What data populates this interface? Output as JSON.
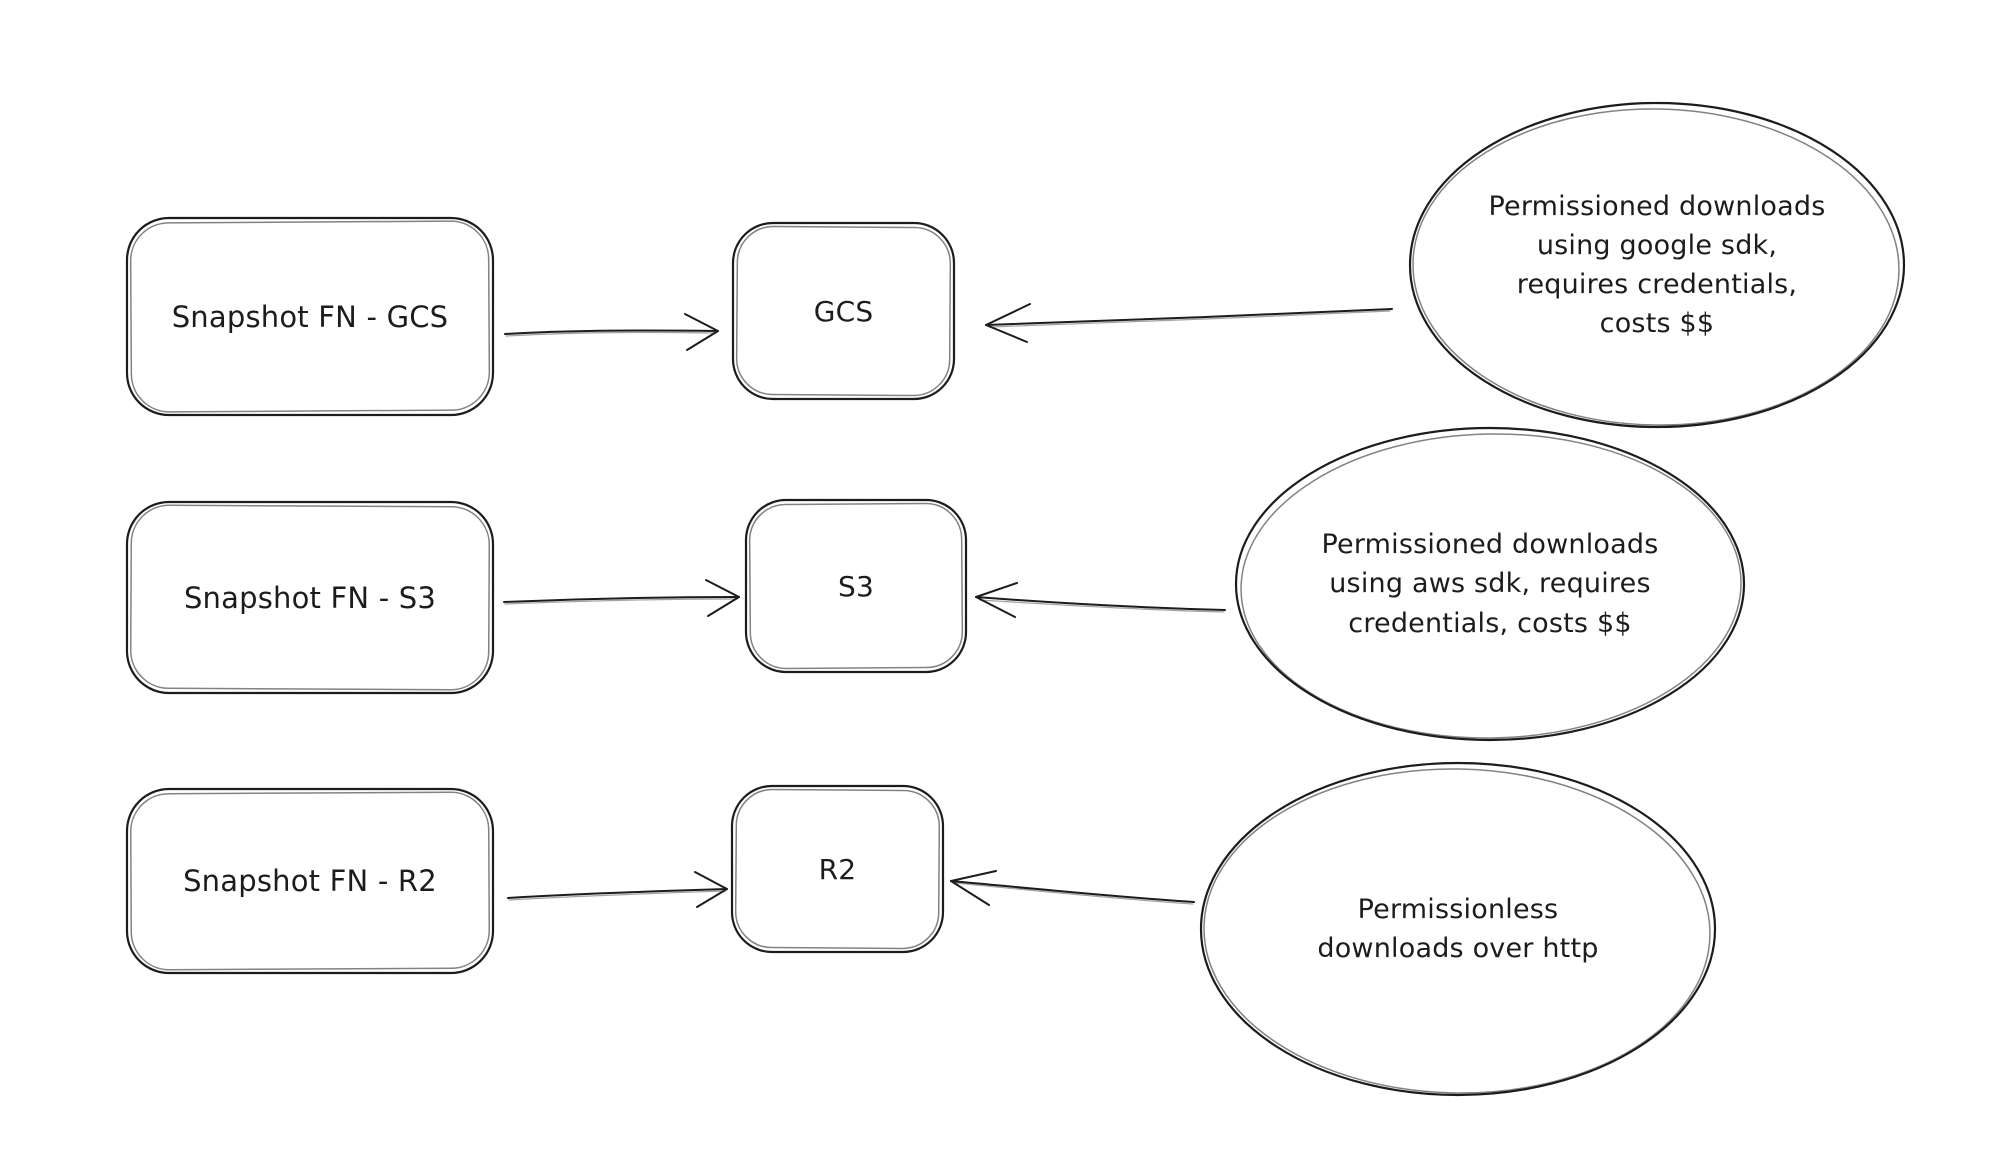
{
  "diagram": {
    "colors": {
      "background": "#ffffff",
      "stroke": "#1c1c1c",
      "text": "#1c1c1c"
    },
    "nodes": [
      {
        "id": "snapshot-fn-gcs",
        "type": "rectangle",
        "label": "Snapshot FN - GCS"
      },
      {
        "id": "gcs",
        "type": "rectangle",
        "label": "GCS"
      },
      {
        "id": "note-gcs",
        "type": "ellipse",
        "label": "Permissioned downloads\nusing google sdk,\nrequires credentials,\ncosts $$"
      },
      {
        "id": "snapshot-fn-s3",
        "type": "rectangle",
        "label": "Snapshot FN - S3"
      },
      {
        "id": "s3",
        "type": "rectangle",
        "label": "S3"
      },
      {
        "id": "note-s3",
        "type": "ellipse",
        "label": "Permissioned downloads\nusing aws sdk, requires\ncredentials, costs $$"
      },
      {
        "id": "snapshot-fn-r2",
        "type": "rectangle",
        "label": "Snapshot FN - R2"
      },
      {
        "id": "r2",
        "type": "rectangle",
        "label": "R2"
      },
      {
        "id": "note-r2",
        "type": "ellipse",
        "label": "Permissionless\ndownloads over http"
      }
    ],
    "edges": [
      {
        "from": "snapshot-fn-gcs",
        "to": "gcs"
      },
      {
        "from": "note-gcs",
        "to": "gcs"
      },
      {
        "from": "snapshot-fn-s3",
        "to": "s3"
      },
      {
        "from": "note-s3",
        "to": "s3"
      },
      {
        "from": "snapshot-fn-r2",
        "to": "r2"
      },
      {
        "from": "note-r2",
        "to": "r2"
      }
    ]
  }
}
